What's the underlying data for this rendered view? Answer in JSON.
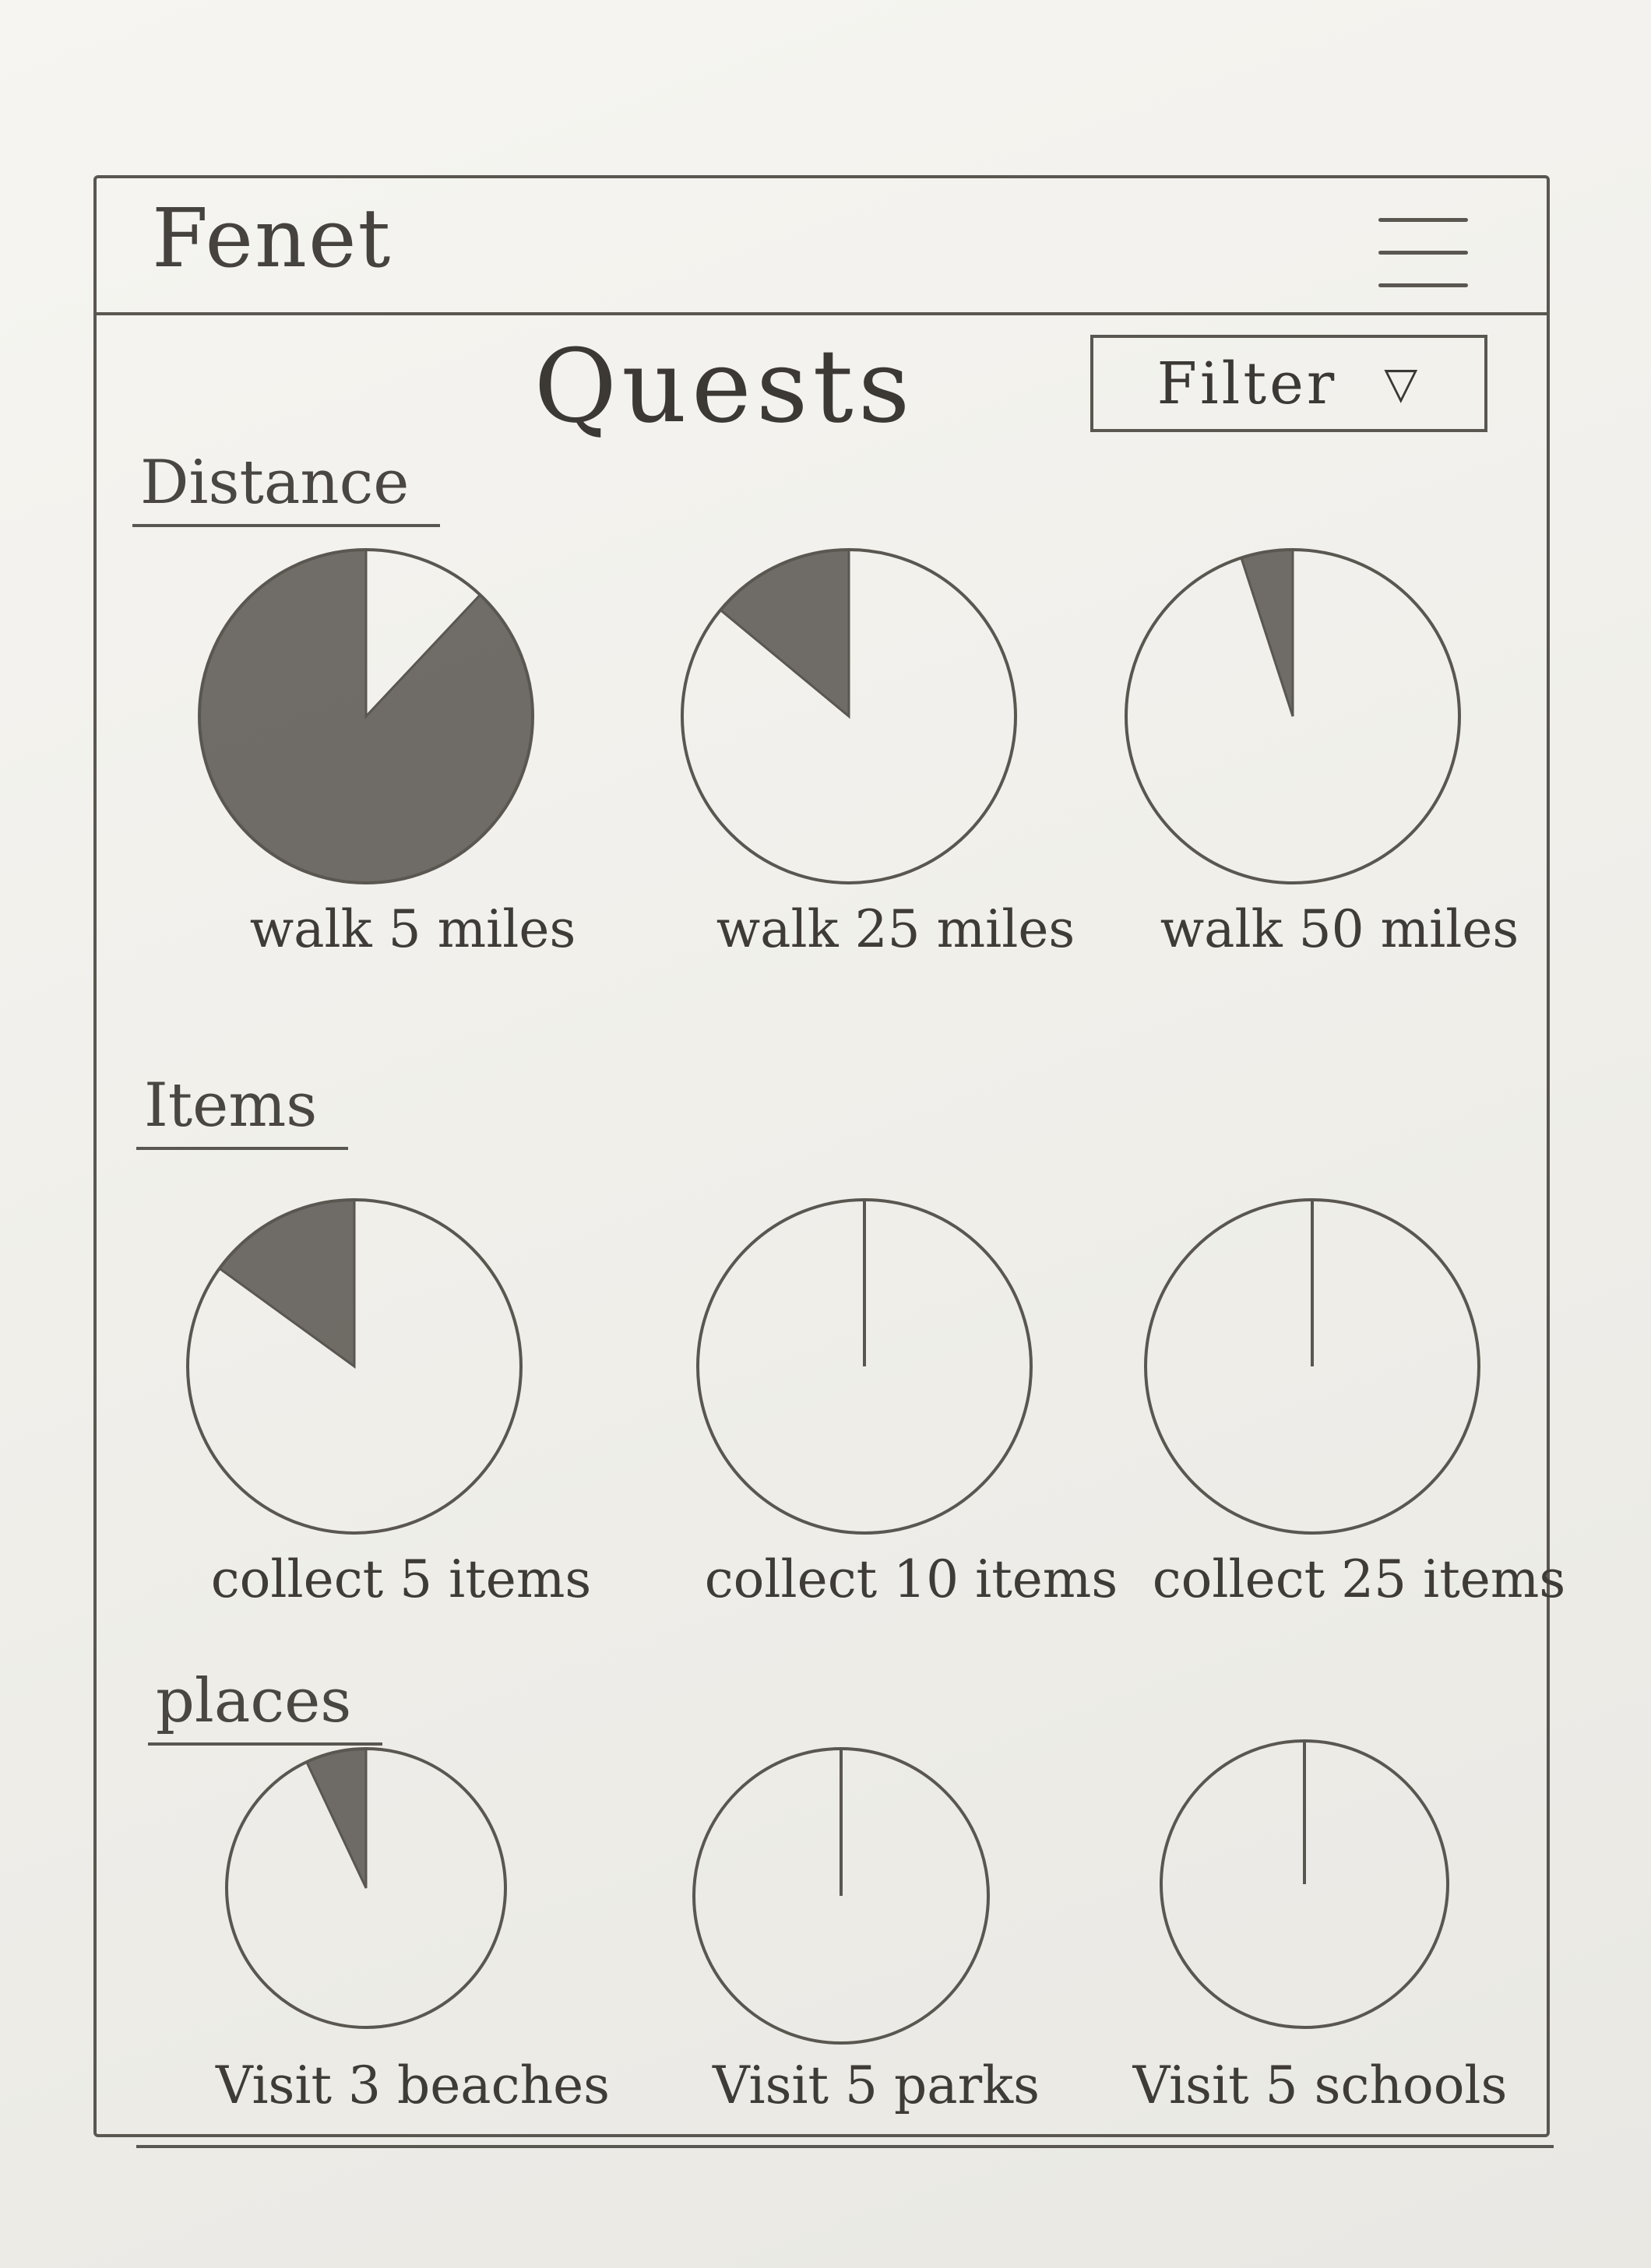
{
  "header": {
    "app_name": "Fenet"
  },
  "page": {
    "title": "Quests"
  },
  "filter": {
    "label": "Filter",
    "caret": "▽"
  },
  "colors": {
    "ink": "#5a5650",
    "fill": "#4a4641",
    "paper": "#f1f0ec"
  },
  "sections": [
    {
      "label": "Distance",
      "quests": [
        {
          "label": "walk 5 miles",
          "progress": 0.88
        },
        {
          "label": "walk 25 miles",
          "progress": 0.14
        },
        {
          "label": "walk 50 miles",
          "progress": 0.05
        }
      ]
    },
    {
      "label": "Items",
      "quests": [
        {
          "label": "collect 5 items",
          "progress": 0.15
        },
        {
          "label": "collect 10 items",
          "progress": 0.0
        },
        {
          "label": "collect 25 items",
          "progress": 0.0
        }
      ]
    },
    {
      "label": "places",
      "quests": [
        {
          "label": "Visit 3 beaches",
          "progress": 0.07
        },
        {
          "label": "Visit 5 parks",
          "progress": 0.0
        },
        {
          "label": "Visit 5 schools",
          "progress": 0.0
        }
      ]
    }
  ]
}
